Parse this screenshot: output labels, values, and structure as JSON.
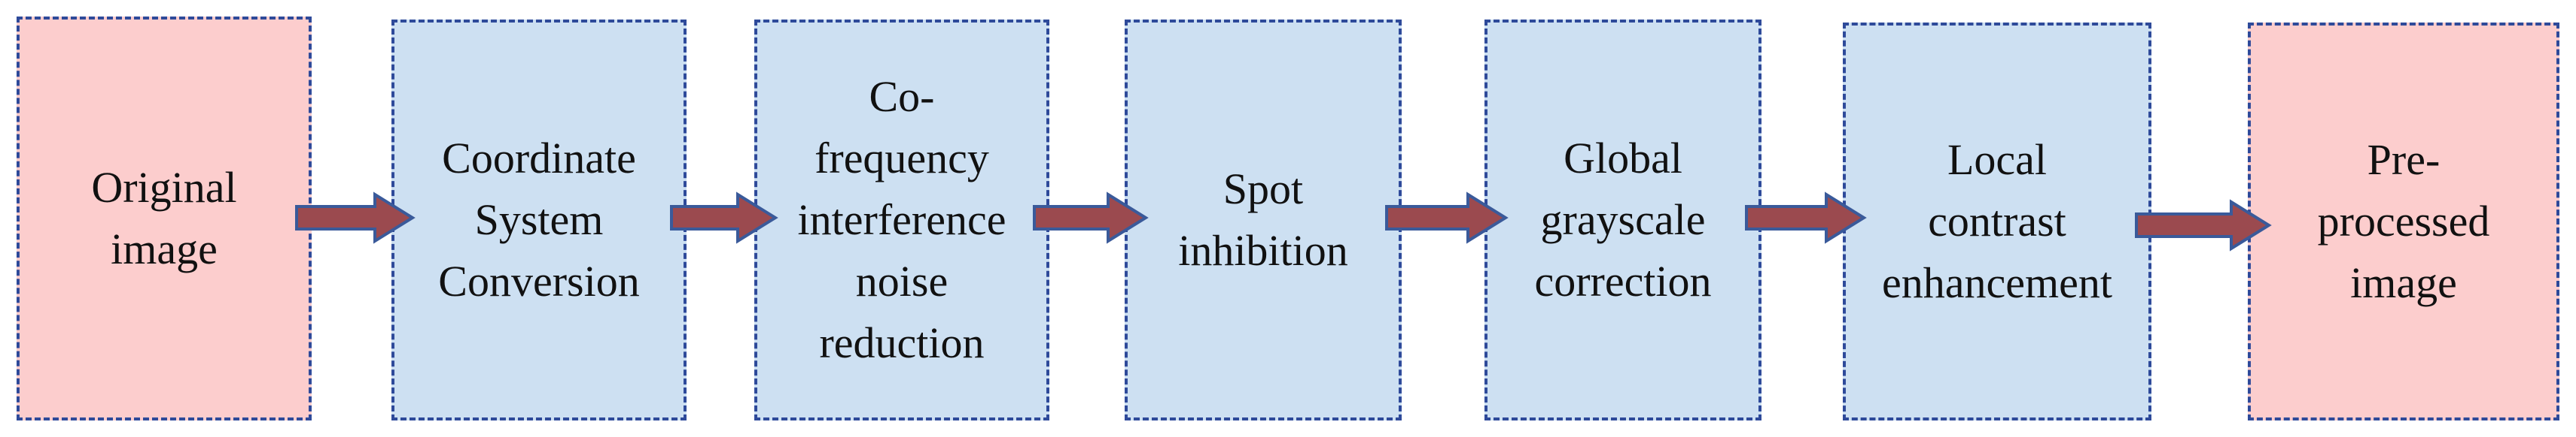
{
  "colors": {
    "io_fill": "#fccdcd",
    "process_fill": "#cde0f2",
    "border": "#2e4a9a",
    "arrow_fill": "#9b4a4f",
    "arrow_stroke": "#3a5a9a"
  },
  "steps": [
    {
      "label": "Original\nimage",
      "kind": "io"
    },
    {
      "label": "Coordinate\nSystem\nConversion",
      "kind": "process"
    },
    {
      "label": "Co-\nfrequency\ninterference\nnoise\nreduction",
      "kind": "process"
    },
    {
      "label": "Spot\ninhibition",
      "kind": "process"
    },
    {
      "label": "Global\ngrayscale\ncorrection",
      "kind": "process"
    },
    {
      "label": "Local\ncontrast\nenhancement",
      "kind": "process"
    },
    {
      "label": "Pre-\nprocessed\nimage",
      "kind": "io"
    }
  ]
}
